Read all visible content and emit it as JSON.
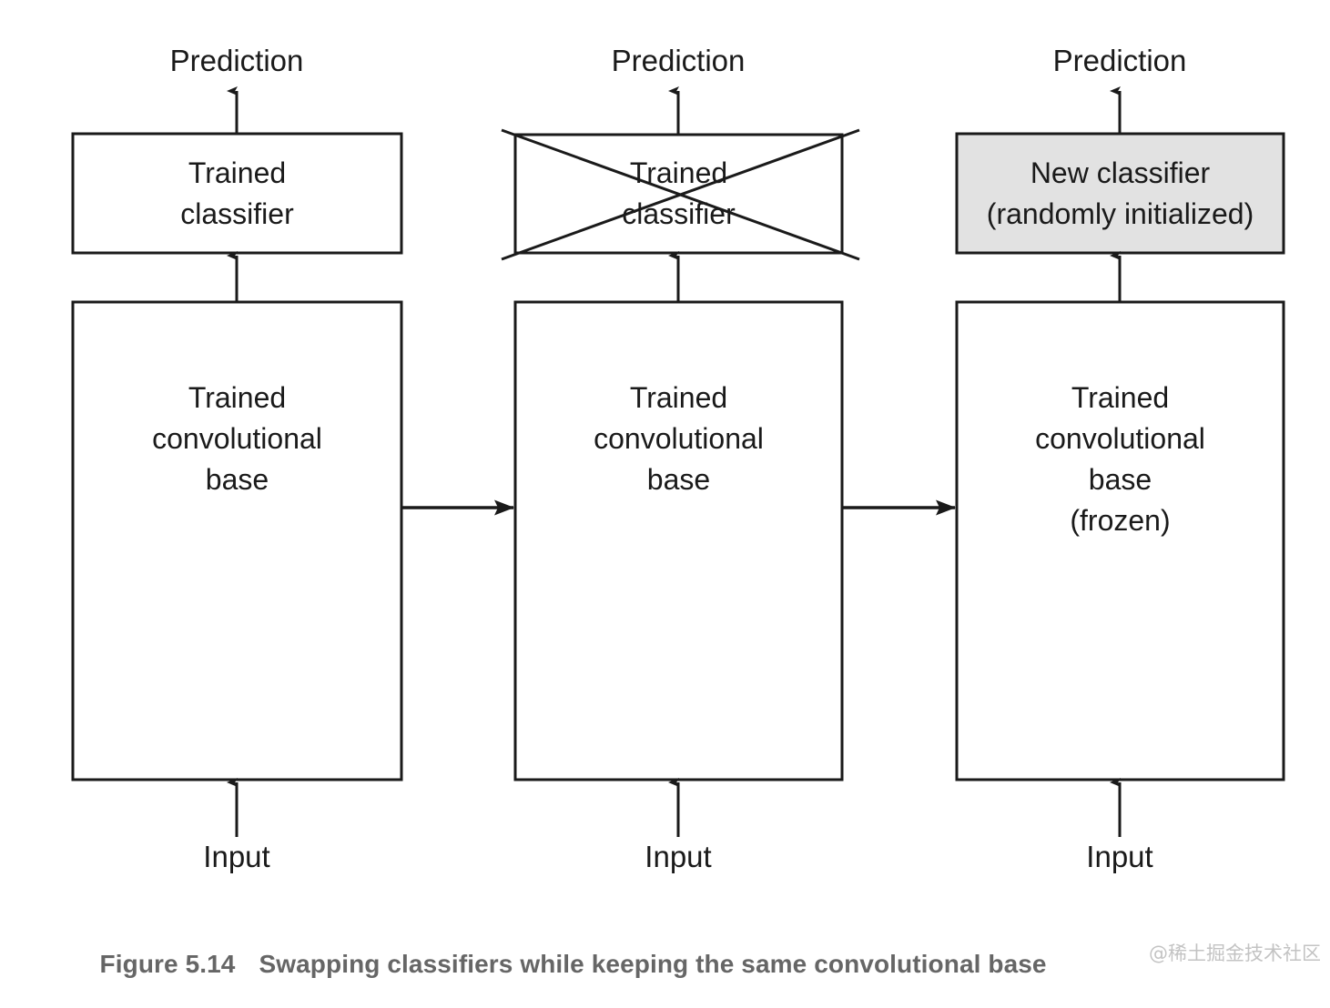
{
  "figure": {
    "caption_number": "Figure 5.14",
    "caption_text": "Swapping classifiers while keeping the same convolutional base",
    "watermark": "@稀土掘金技术社区",
    "caption_color": "#666666",
    "stroke_color": "#1a1a1a",
    "box_fill": "#ffffff",
    "highlight_fill": "#e2e2e2"
  },
  "columns": [
    {
      "id": "column-1",
      "top_label": "Prediction",
      "bottom_label": "Input",
      "top_box": {
        "name": "trained-classifier-box",
        "lines": [
          "Trained",
          "classifier"
        ],
        "fill": "#ffffff",
        "crossed_out": false
      },
      "bottom_box": {
        "name": "trained-convolutional-base-box",
        "lines": [
          "Trained",
          "convolutional",
          "base"
        ],
        "fill": "#ffffff"
      }
    },
    {
      "id": "column-2",
      "top_label": "Prediction",
      "bottom_label": "Input",
      "top_box": {
        "name": "trained-classifier-box-crossed",
        "lines": [
          "Trained",
          "classifier"
        ],
        "fill": "#ffffff",
        "crossed_out": true
      },
      "bottom_box": {
        "name": "trained-convolutional-base-box",
        "lines": [
          "Trained",
          "convolutional",
          "base"
        ],
        "fill": "#ffffff"
      }
    },
    {
      "id": "column-3",
      "top_label": "Prediction",
      "bottom_label": "Input",
      "top_box": {
        "name": "new-classifier-box",
        "lines": [
          "New classifier",
          "(randomly initialized)"
        ],
        "fill": "#e2e2e2",
        "crossed_out": false
      },
      "bottom_box": {
        "name": "trained-convolutional-base-frozen-box",
        "lines": [
          "Trained",
          "convolutional",
          "base",
          "(frozen)"
        ],
        "fill": "#ffffff"
      }
    }
  ],
  "flow_arrows": [
    {
      "name": "arrow-column1-to-column2"
    },
    {
      "name": "arrow-column2-to-column3"
    }
  ]
}
